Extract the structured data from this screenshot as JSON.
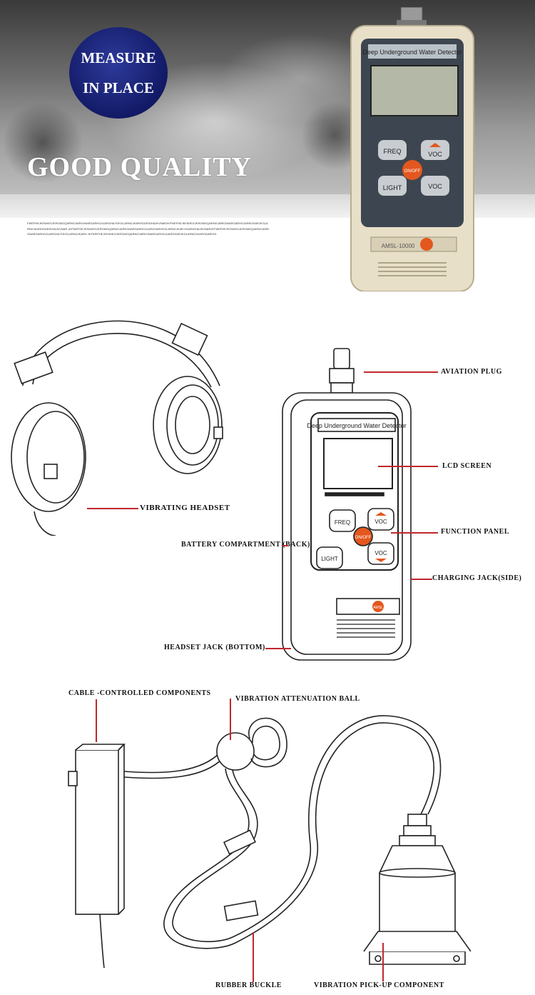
{
  "hero": {
    "badge_line1": "MEASURE",
    "badge_line2": "IN PLACE",
    "tagline": "GOOD QUALITY",
    "fine_print": "FWEFHEJKFAHEGJKRGMGQARNGJARKGNARGARHGJUARGHA RJKGLARNGJKARHGARIGHAJKVNARJKFWEFHEJKFAHEGJKRGMGQARNGJARKGNARGARHGJARKGHARJKGLARNGJKARHGARIGHAJKVNAR JKFWEFHEJKFAHEGJKRGMGQARNGJARKGNARGARHGJUARGHARJKGLARNGJKAR HGARIGHAJKVNARJKFWEFHEJKFAHEGJKRGMGQARNGJARKGNARGARHGJUARGHA RJKGLARNGJKARH JKFWEFHEJKFAHEGJKRGMGQARNGJARKGNARGARHGJUARGHARJKGLARNGJKARHGARIGH"
  },
  "device": {
    "header": "Deep Underground Water Detector",
    "btn_freq": "FREQ",
    "btn_voc": "VOC",
    "btn_onoff": "ON/OFF",
    "btn_light": "LIGHT",
    "model": "AMSL-10000",
    "logo": "AMSL"
  },
  "labels": {
    "aviation_plug": "AVIATION PLUG",
    "lcd_screen": "LCD SCREEN",
    "vibrating_headset": "VIBRATING HEADSET",
    "function_panel": "FUNCTION PANEL",
    "battery": "BATTERY COMPARTMENT (BACK)",
    "charging": "CHARGING JACK(SIDE)",
    "headset_jack": "HEADSET JACK (BOTTOM)",
    "cable_controlled": "CABLE -CONTROLLED COMPONENTS",
    "vibration_ball": "VIBRATION ATTENUATION BALL",
    "rubber_buckle": "RUBBER BUCKLE",
    "pickup": "VIBRATION PICK-UP COMPONENT"
  },
  "colors": {
    "leader": "#c1272d",
    "badge": "#121a66",
    "device_body": "#e8dfc8",
    "device_panel": "#3d4650",
    "button_onoff": "#e4571e"
  }
}
